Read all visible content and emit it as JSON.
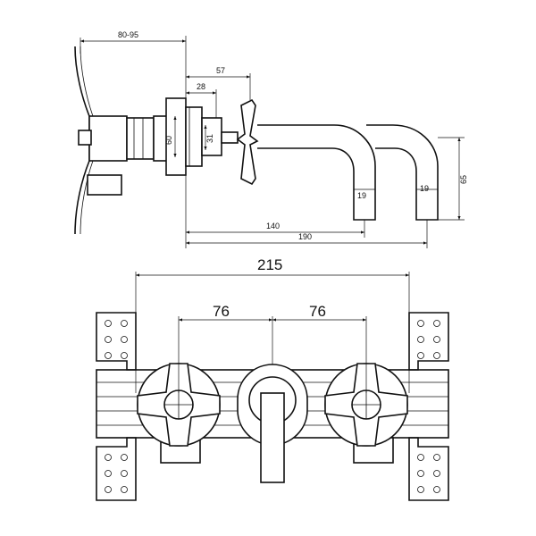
{
  "dimensions": {
    "side": {
      "depth_range": "80-95",
      "d57": "57",
      "d28": "28",
      "d60": "60",
      "d31": "31",
      "d140": "140",
      "d190": "190",
      "d65": "65",
      "d19a": "19",
      "d19b": "19"
    },
    "front": {
      "width": "215",
      "left_spacing": "76",
      "right_spacing": "76"
    }
  }
}
